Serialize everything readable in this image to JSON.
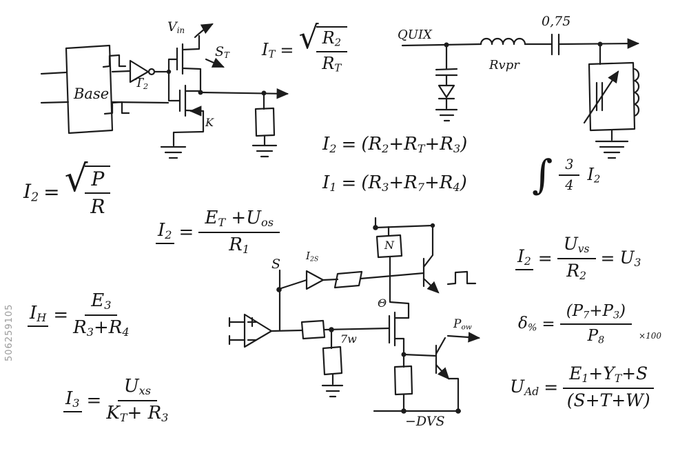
{
  "watermark": "506259105",
  "symbols": {
    "radical": "√",
    "integral": "∫"
  },
  "equations": {
    "it": {
      "lhs": "I_T",
      "rel": "=",
      "num": "R_2",
      "den": "R_T"
    },
    "i2_sqrt": {
      "lhs": "I_2",
      "rel": "=",
      "num": "P",
      "den": "R"
    },
    "i2_sum": {
      "lhs": "I_2",
      "rel": "=",
      "body": "(R_2+R_T+R_3)"
    },
    "i1_sum": {
      "lhs": "I_1",
      "rel": "=",
      "body": "(R_3+R_7+R_4)"
    },
    "integral": {
      "num": "3",
      "den": "4",
      "tail": "I_2"
    },
    "i2_frac": {
      "lhs": "I_2",
      "rel": "=",
      "num": "E_T +U_os",
      "den": "R_1"
    },
    "ih": {
      "lhs": "I_H",
      "rel": "=",
      "num": "E_3",
      "den": "R_3+R_4"
    },
    "i3": {
      "lhs": "I_3",
      "rel": "=",
      "num": "U_xs",
      "den": "K_T+ R_3"
    },
    "i2_uvs": {
      "lhs": "I_2",
      "rel": "=",
      "num": "U_vs",
      "den": "R_2",
      "rel2": "=",
      "rhs": "U_3"
    },
    "delta": {
      "lhs": "δ_%",
      "rel": "=",
      "num": "(P_7+P_3)",
      "den": "P_8",
      "mult": "×100"
    },
    "uad": {
      "lhs": "U_Ad",
      "rel": "=",
      "num": "E_1+Y_T+S",
      "den": "(S+T+W)"
    }
  },
  "labels": {
    "base": "Base",
    "t2": "T_2",
    "vin": "V_in",
    "st": "S_T",
    "k": "K",
    "quix": "QUIX",
    "c075": "0,75",
    "rvpr": "Rvpr",
    "n": "N",
    "s": "S",
    "i2s": "I_2S",
    "theta": "Θ",
    "w7": "7w",
    "pow": "P_ow",
    "dvs": "−DVS"
  }
}
